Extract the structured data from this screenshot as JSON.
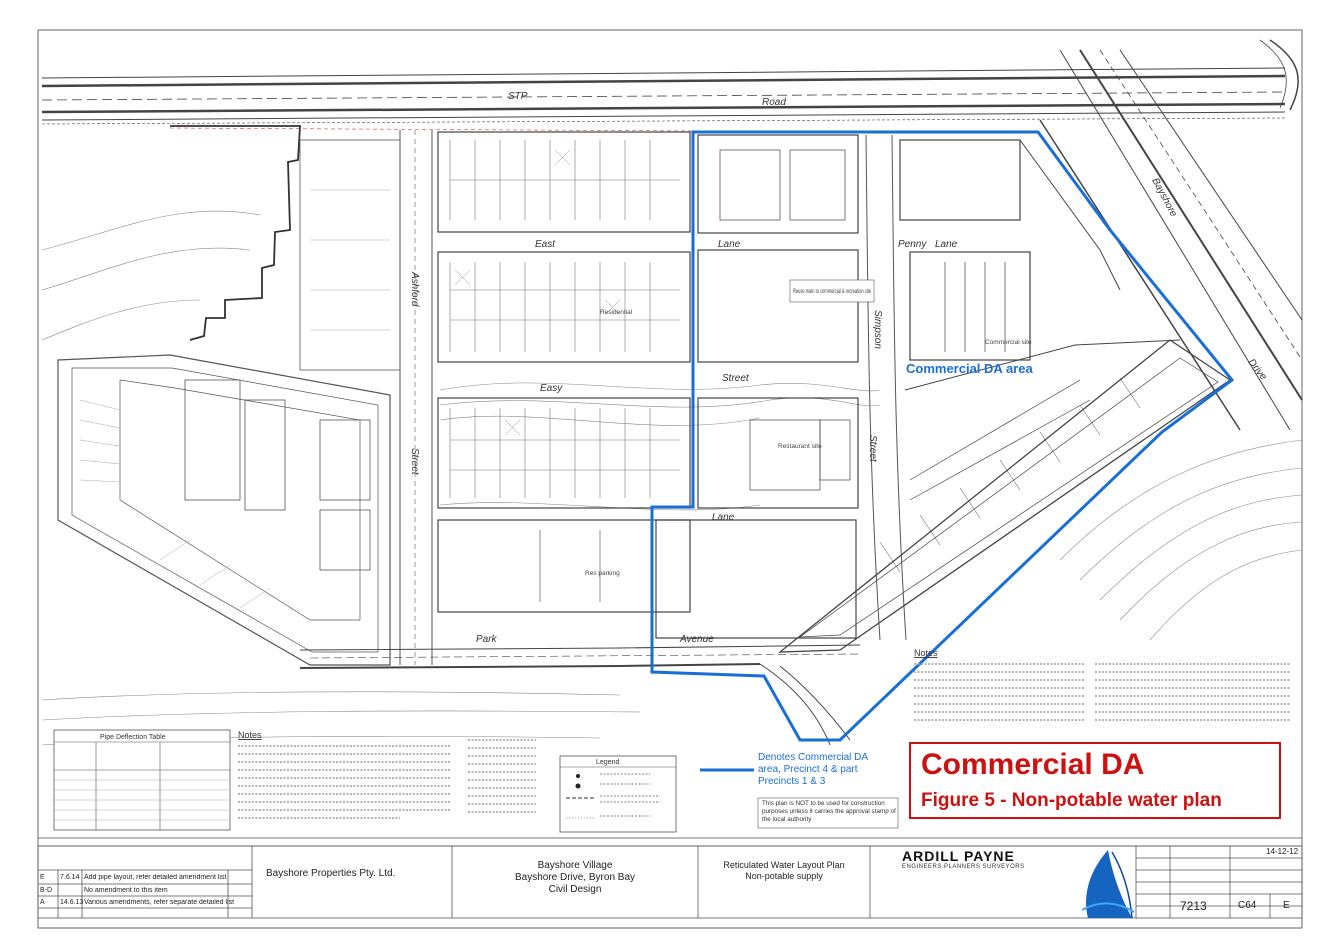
{
  "streets": {
    "stp": "STP",
    "road": "Road",
    "east": "East",
    "lane_top": "Lane",
    "penny_lane_1": "Penny",
    "penny_lane_2": "Lane",
    "easy": "Easy",
    "street_mid": "Street",
    "lane_bottom": "Lane",
    "park": "Park",
    "avenue": "Avenue",
    "bayshore": "Bayshore",
    "drive": "Drive",
    "ashford": "Ashford",
    "street_left": "Street",
    "simpson": "Simpson",
    "street_right": "Street"
  },
  "callouts": {
    "reuse_main": "Reuse main to commercial & recreation site",
    "restaurant": "Restaurant site",
    "residential": "Residential",
    "res_parking": "Res parking",
    "commercial": "Commercial site"
  },
  "da_label": "Commercial DA area",
  "legend": {
    "title": "Legend",
    "denotes": "Denotes Commercial DA area, Precinct 4 & part Precincts 1 & 3",
    "line_color": "#1a6fd6"
  },
  "deflection_table": {
    "title": "Pipe Deflection Table"
  },
  "notes_title": "Notes",
  "figure_box": {
    "title": "Commercial DA",
    "subtitle": "Figure 5 - Non-potable water plan",
    "color": "#cc1111"
  },
  "disclaimer": "This plan is NOT to be used for construction purposes unless it carries the approval stamp of the local authority",
  "title_block": {
    "client": "Bayshore Properties Pty. Ltd.",
    "project_1": "Bayshore Village",
    "project_2": "Bayshore Drive, Byron Bay",
    "project_3": "Civil Design",
    "title_1": "Reticulated Water Layout Plan",
    "title_2": "Non-potable supply",
    "firm_1": "ARDILL PAYNE",
    "firm_2": "ENGINEERS PLANNERS SURVEYORS",
    "job_no": "7213",
    "drawing_no": "C64",
    "revision": "E",
    "date": "14-12-12",
    "revisions": [
      {
        "rev": "E",
        "date": "7.6.14",
        "desc": "Add pipe layout, refer detailed amendment list"
      },
      {
        "rev": "B-D",
        "date": "",
        "desc": "No amendment to this item"
      },
      {
        "rev": "A",
        "date": "14.6.13",
        "desc": "Various amendments, refer separate detailed list"
      }
    ]
  }
}
